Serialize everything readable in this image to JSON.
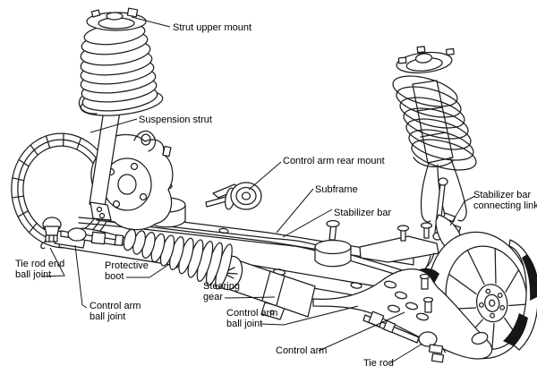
{
  "figure": {
    "kind": "front-suspension-and-steering-diagram",
    "background_color": "#ffffff",
    "ink_color": "#1d1d1b",
    "text_color": "#000000"
  },
  "labels": {
    "strut_upper_mount": {
      "lines": [
        "Strut upper mount"
      ]
    },
    "suspension_strut": {
      "lines": [
        "Suspension strut"
      ]
    },
    "control_arm_rear_mount": {
      "lines": [
        "Control arm rear mount"
      ]
    },
    "subframe": {
      "lines": [
        "Subframe"
      ]
    },
    "stabilizer_bar": {
      "lines": [
        "Stabilizer bar"
      ]
    },
    "stabilizer_bar_connecting_link": {
      "lines": [
        "Stabilizer bar",
        "connecting link"
      ]
    },
    "tie_rod_end_ball_joint": {
      "lines": [
        "Tie rod end",
        "ball joint"
      ]
    },
    "protective_boot": {
      "lines": [
        "Protective",
        "boot"
      ]
    },
    "steering_gear": {
      "lines": [
        "Steering",
        "gear"
      ]
    },
    "control_arm_ball_joint_left": {
      "lines": [
        "Control arm",
        "ball joint"
      ]
    },
    "control_arm_ball_joint_right": {
      "lines": [
        "Control arm",
        "ball joint"
      ]
    },
    "control_arm": {
      "lines": [
        "Control arm"
      ]
    },
    "tie_rod": {
      "lines": [
        "Tie rod"
      ]
    }
  }
}
